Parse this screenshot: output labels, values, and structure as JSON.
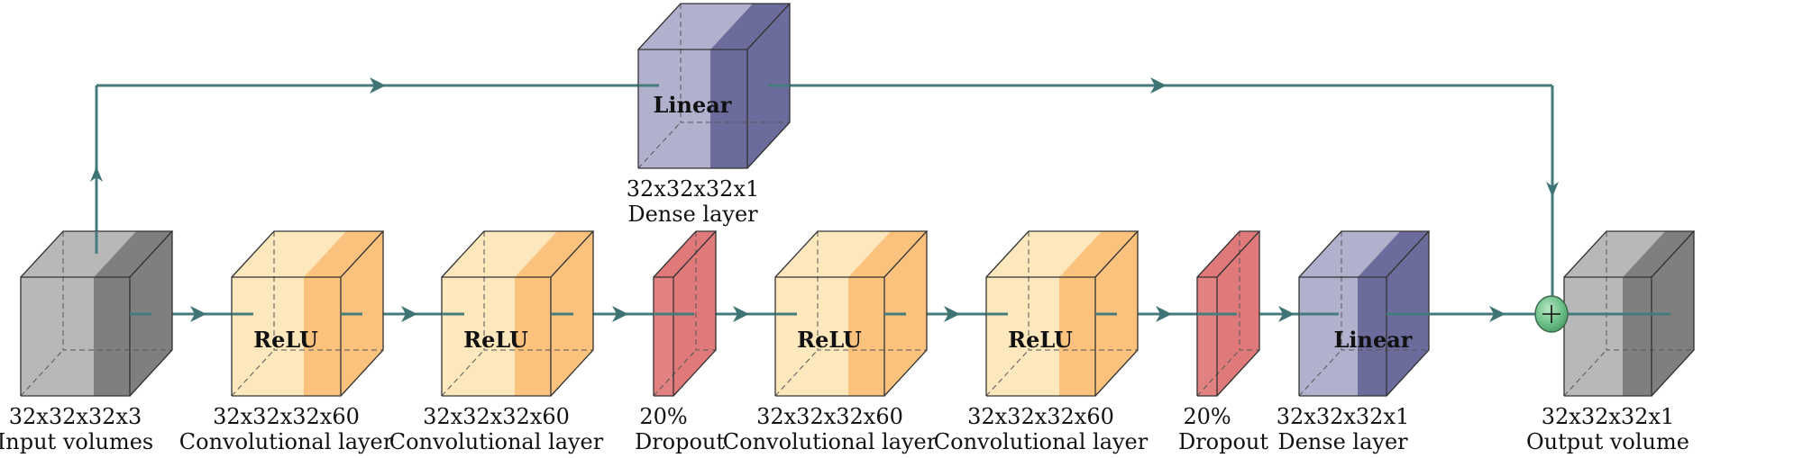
{
  "diagram": {
    "title": "",
    "colors": {
      "connector": "#467b7c",
      "input_light": "#b8b8b8",
      "input_dark": "#7f7f7f",
      "relu_light": "#fde7bd",
      "relu_dark": "#fbc27e",
      "dropout": "#e07a7a",
      "linear_light": "#b1b1cd",
      "linear_dark": "#6c6c9c",
      "adder": "#6cc088"
    },
    "blocks": [
      {
        "id": "input",
        "type": "volume",
        "inner_label": "",
        "dims": "32x32x32x3",
        "caption": "Input volumes"
      },
      {
        "id": "conv1",
        "type": "conv",
        "inner_label": "ReLU",
        "dims": "32x32x32x60",
        "caption": "Convolutional layer"
      },
      {
        "id": "conv2",
        "type": "conv",
        "inner_label": "ReLU",
        "dims": "32x32x32x60",
        "caption": "Convolutional layer"
      },
      {
        "id": "dropout1",
        "type": "dropout",
        "inner_label": "",
        "dims": "20%",
        "caption": "Dropout"
      },
      {
        "id": "conv3",
        "type": "conv",
        "inner_label": "ReLU",
        "dims": "32x32x32x60",
        "caption": "Convolutional layer"
      },
      {
        "id": "conv4",
        "type": "conv",
        "inner_label": "ReLU",
        "dims": "32x32x32x60",
        "caption": "Convolutional layer"
      },
      {
        "id": "dropout2",
        "type": "dropout",
        "inner_label": "",
        "dims": "20%",
        "caption": "Dropout"
      },
      {
        "id": "dense_main",
        "type": "dense",
        "inner_label": "Linear",
        "dims": "32x32x32x1",
        "caption": "Dense layer"
      },
      {
        "id": "output",
        "type": "volume",
        "inner_label": "",
        "dims": "32x32x32x1",
        "caption": "Output volume"
      },
      {
        "id": "dense_skip",
        "type": "dense",
        "inner_label": "Linear",
        "dims": "32x32x32x1",
        "caption": "Dense layer"
      }
    ],
    "adder": {
      "symbol": "+",
      "meaning": "element-wise sum"
    },
    "connections": [
      {
        "from": "input",
        "to": "conv1"
      },
      {
        "from": "conv1",
        "to": "conv2"
      },
      {
        "from": "conv2",
        "to": "dropout1"
      },
      {
        "from": "dropout1",
        "to": "conv3"
      },
      {
        "from": "conv3",
        "to": "conv4"
      },
      {
        "from": "conv4",
        "to": "dropout2"
      },
      {
        "from": "dropout2",
        "to": "dense_main"
      },
      {
        "from": "dense_main",
        "to": "adder"
      },
      {
        "from": "adder",
        "to": "output"
      },
      {
        "from": "input",
        "to": "dense_skip"
      },
      {
        "from": "dense_skip",
        "to": "adder"
      }
    ]
  }
}
